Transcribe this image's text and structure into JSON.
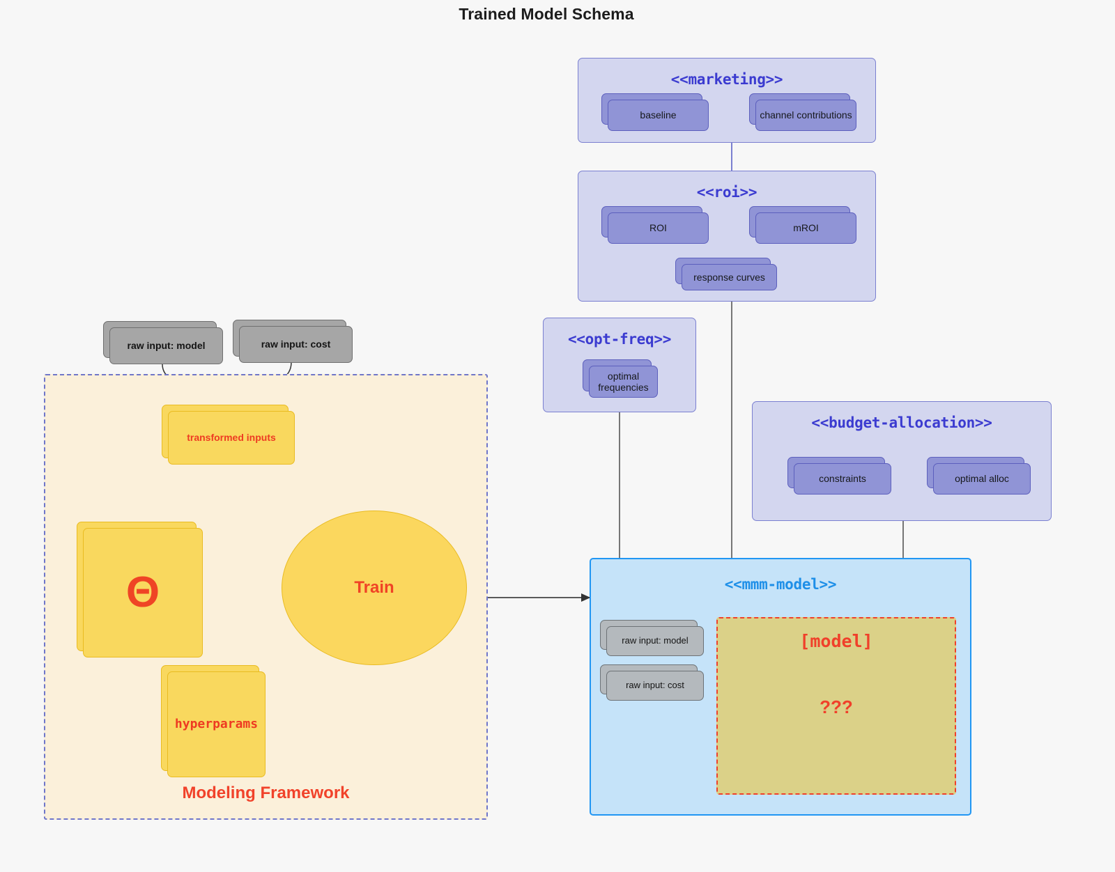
{
  "page": {
    "title": "Trained Model Schema",
    "background_color": "#f7f7f7"
  },
  "colors": {
    "package_fill": "#d3d6ef",
    "package_border": "#7a7fd0",
    "package_title": "#3b3bd0",
    "node_purple_fill": "#9094d6",
    "node_purple_border": "#5c5fbd",
    "node_grey_fill": "#a6a6a6",
    "node_grey_border": "#6f6f6f",
    "node_yellow_fill": "#f9d85e",
    "node_yellow_border": "#e9bb21",
    "accent_red": "#f0402a",
    "mmm_fill": "#c5e3f9",
    "mmm_border": "#2196f3",
    "framework_fill": "#fbf0da",
    "framework_border": "#6f76c9",
    "model_box_fill": "#dbd188"
  },
  "packages": {
    "marketing": {
      "title": "<<marketing>>",
      "nodes": [
        {
          "label": "baseline"
        },
        {
          "label": "channel contributions"
        }
      ]
    },
    "roi": {
      "title": "<<roi>>",
      "nodes": [
        {
          "label": "ROI"
        },
        {
          "label": "mROI"
        },
        {
          "label": "response curves"
        }
      ]
    },
    "opt_freq": {
      "title": "<<opt-freq>>",
      "nodes": [
        {
          "label": "optimal frequencies"
        }
      ]
    },
    "budget_allocation": {
      "title": "<<budget-allocation>>",
      "nodes": [
        {
          "label": "constraints"
        },
        {
          "label": "optimal alloc"
        }
      ]
    },
    "mmm_model": {
      "title": "<<mmm-model>>",
      "inputs": [
        {
          "label": "raw input: model"
        },
        {
          "label": "raw input: cost"
        }
      ],
      "model_box": {
        "title": "[model]",
        "unknown": "???"
      }
    }
  },
  "framework": {
    "label": "Modeling Framework",
    "raw_inputs": [
      {
        "label": "raw input: model"
      },
      {
        "label": "raw input: cost"
      }
    ],
    "transformed_inputs": {
      "label": "transformed inputs"
    },
    "theta": {
      "label": "Θ"
    },
    "hyperparams": {
      "label": "hyperparams"
    },
    "train": {
      "label": "Train"
    }
  }
}
